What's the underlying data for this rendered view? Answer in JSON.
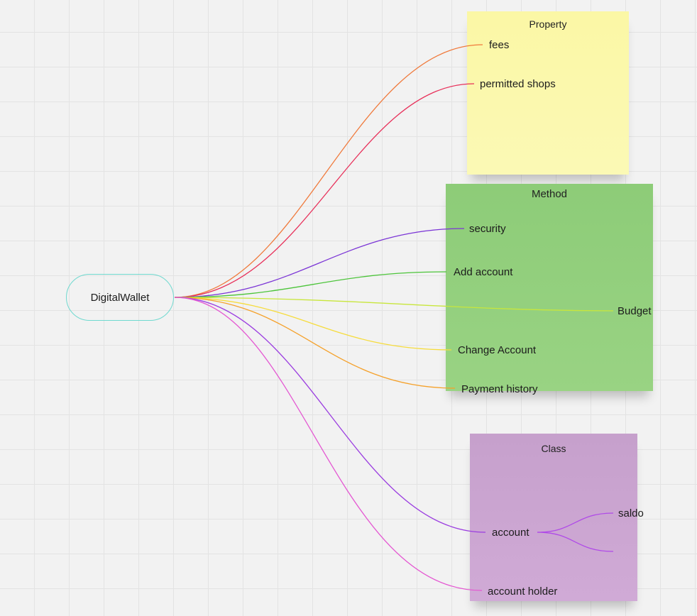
{
  "root": {
    "label": "DigitalWallet"
  },
  "property_note": {
    "title": "Property",
    "color": "#fbf7a5",
    "items": [
      "fees",
      "permitted shops"
    ]
  },
  "method_note": {
    "title": "Method",
    "color": "#8ecd79",
    "items": [
      "security",
      "Add account",
      "Budget",
      "Change Account",
      "Payment history"
    ]
  },
  "class_note": {
    "title": "Class",
    "color": "#c9a3d0",
    "items": [
      "account",
      "account holder"
    ],
    "sub_items": [
      "saldo"
    ]
  },
  "edge_colors": {
    "fees": "#f07a3c",
    "permitted_shops": "#e8305a",
    "security": "#7b35d6",
    "add_account": "#4cc43a",
    "budget": "#c8e63c",
    "change_account": "#f6dc3c",
    "payment_history": "#f5a12a",
    "account": "#9b3de0",
    "account_holder": "#e457d2",
    "saldo": "#b04ae8"
  }
}
